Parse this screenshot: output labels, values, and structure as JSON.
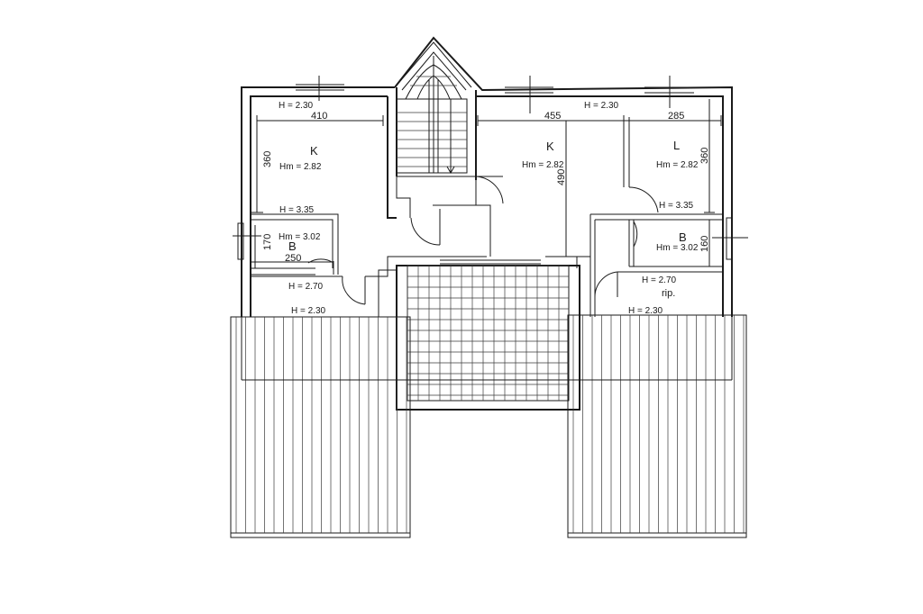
{
  "plan": {
    "rooms": {
      "k_left": {
        "letter": "K",
        "height": "Hm = 2.82"
      },
      "k_center": {
        "letter": "K",
        "height": "Hm = 2.82"
      },
      "l_right": {
        "letter": "L",
        "height": "Hm = 2.82"
      },
      "b_left": {
        "letter": "B",
        "height": "Hm = 3.02"
      },
      "b_right": {
        "letter": "B",
        "height": "Hm = 3.02"
      },
      "rip": {
        "letter": "rip."
      }
    },
    "heights": {
      "top_left": "H = 2.30",
      "top_center": "H = 2.30",
      "mid_left": "H = 3.35",
      "mid_right": "H = 3.35",
      "low_left": "H = 2.70",
      "low_right": "H = 2.70",
      "bottom_left": "H = 2.30",
      "bottom_right": "H = 2.30"
    },
    "dimensions": {
      "w410": "410",
      "w455": "455",
      "w285": "285",
      "h360_left": "360",
      "h360_right": "360",
      "h490": "490",
      "h170": "170",
      "w250": "250",
      "h160": "160"
    }
  },
  "colors": {
    "ink": "#1a1a1a",
    "paper": "#ffffff"
  }
}
